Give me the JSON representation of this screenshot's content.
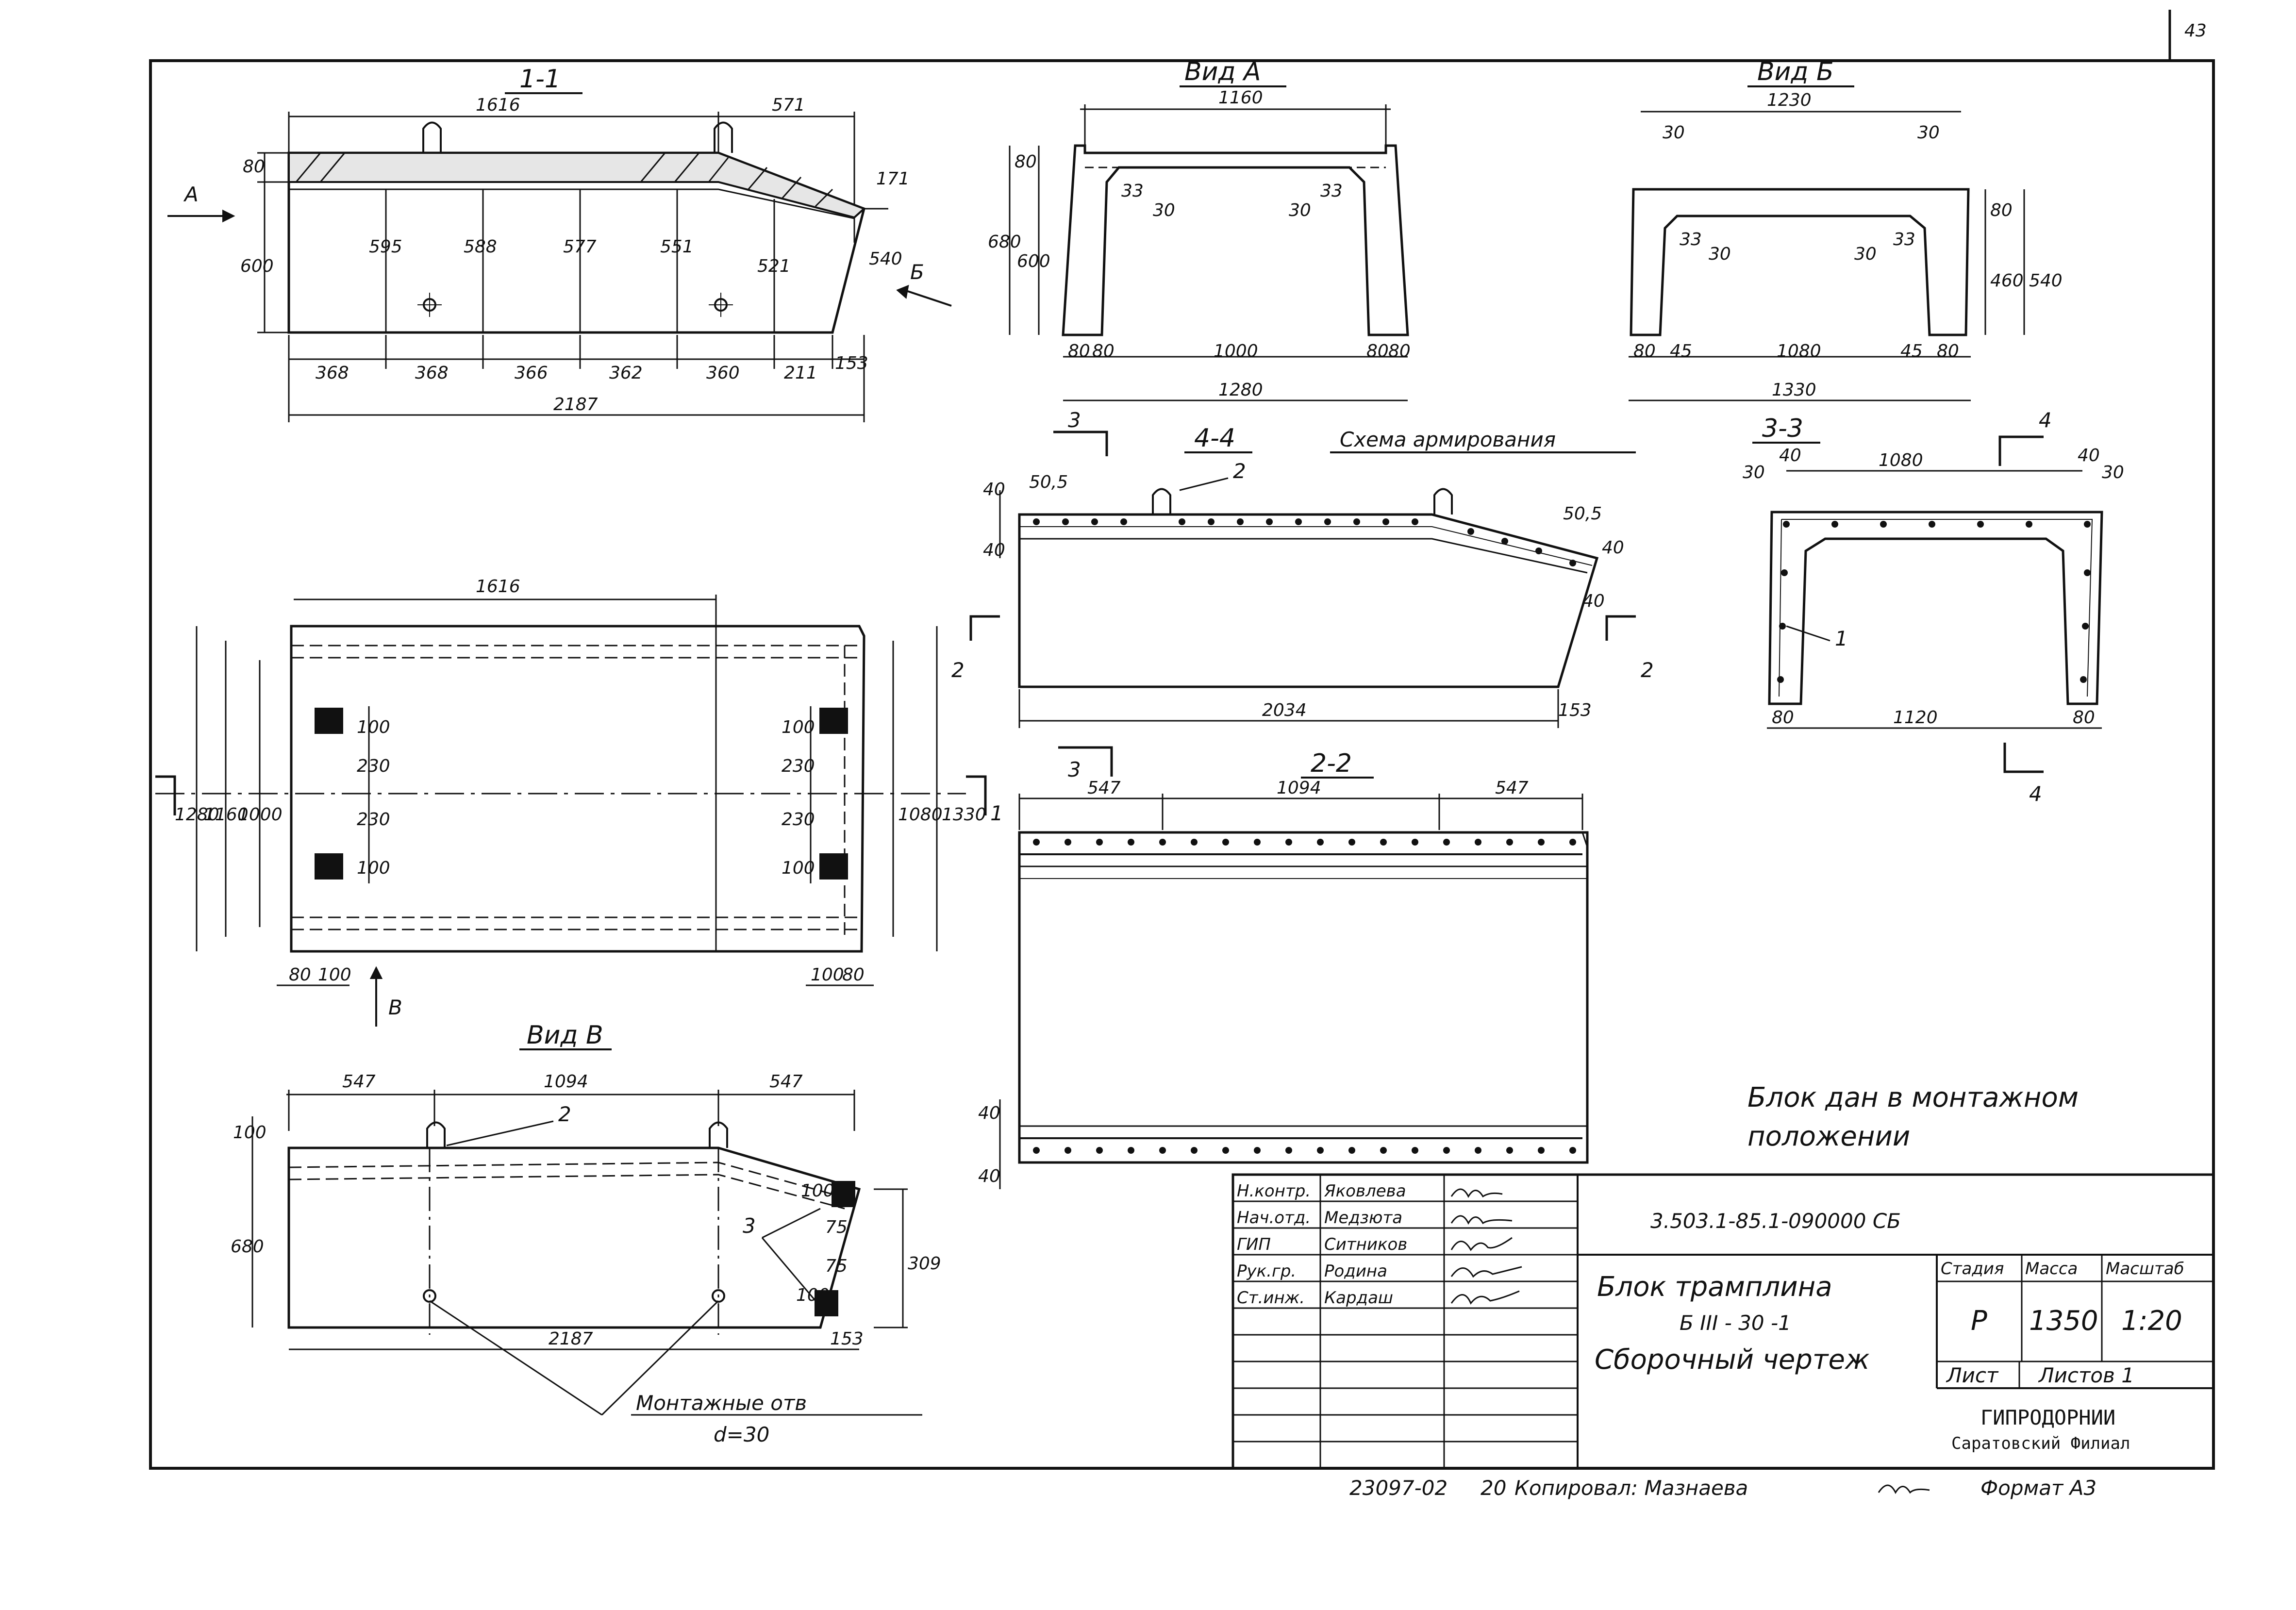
{
  "sheet_number": "43",
  "views": {
    "section_1_1": {
      "title": "1-1",
      "top_dims": [
        "1616",
        "571"
      ],
      "left_dims": [
        "80",
        "600"
      ],
      "heights": [
        "595",
        "588",
        "577",
        "551",
        "521"
      ],
      "right_dims": [
        "171",
        "540"
      ],
      "bottom_dims": [
        "368",
        "368",
        "366",
        "362",
        "360",
        "211",
        "153"
      ],
      "overall": "2187",
      "arrow_a": "А",
      "arrow_b": "Б"
    },
    "view_a": {
      "title": "Вид А",
      "top": "1160",
      "left_dims": [
        "80",
        "600",
        "680"
      ],
      "inner": [
        "33",
        "30",
        "30",
        "33"
      ],
      "bottom": [
        "80",
        "80",
        "1000",
        "80",
        "80"
      ],
      "overall": "1280"
    },
    "view_b": {
      "title": "Вид Б",
      "top": "1230",
      "top_small": [
        "30",
        "30"
      ],
      "inner": [
        "33",
        "30",
        "30",
        "33"
      ],
      "right_dims": [
        "80",
        "460",
        "540"
      ],
      "bottom": [
        "80",
        "45",
        "1080",
        "45",
        "80"
      ],
      "overall": "1330"
    },
    "plan": {
      "top": "1616",
      "left_dims": [
        "1280",
        "1160",
        "1000"
      ],
      "inner_left": [
        "100",
        "230",
        "230",
        "100"
      ],
      "inner_right": [
        "100",
        "230",
        "230",
        "100"
      ],
      "right_dims": [
        "1080",
        "1330"
      ],
      "bottom_left": [
        "80",
        "100"
      ],
      "bottom_right": [
        "100",
        "80"
      ],
      "cut_1": "1",
      "arrow_v": "В"
    },
    "section_4_4": {
      "title": "4-4",
      "subtitle": "Схема армирования",
      "left_dims": [
        "40",
        "40"
      ],
      "top_left": "50,5",
      "top_right": "50,5",
      "right_dims": [
        "40",
        "40"
      ],
      "bar_mark": "2",
      "bottom": "2034",
      "bottom_right": "153",
      "cut_2": "2",
      "cut_3": "3"
    },
    "section_3_3": {
      "title": "3-3",
      "top": "1080",
      "top_small": [
        "30",
        "40",
        "40",
        "30"
      ],
      "bar_mark": "1",
      "bottom": [
        "80",
        "1120",
        "80"
      ],
      "cut_4": "4"
    },
    "section_2_2": {
      "title": "2-2",
      "top": [
        "547",
        "1094",
        "547"
      ],
      "left_dims": [
        "40",
        "40"
      ],
      "cut_3": "3"
    },
    "view_v": {
      "title": "Вид В",
      "top": [
        "547",
        "1094",
        "547"
      ],
      "left_dims": [
        "100",
        "680"
      ],
      "bar_mark": "2",
      "right_small": [
        "100",
        "75",
        "75",
        "100"
      ],
      "right_dim": "309",
      "mark_3": "3",
      "bottom": "2187",
      "bottom_right": "153",
      "note_line1": "Монтажные отв",
      "note_line2": "d=30"
    }
  },
  "note": {
    "line1": "Блок дан в монтажном",
    "line2": "положении"
  },
  "title_block": {
    "code": "3.503.1-85.1-090000 СБ",
    "roles": [
      "Н.контр.",
      "Нач.отд.",
      "ГИП",
      "Рук.гр.",
      "Ст.инж."
    ],
    "names": [
      "Яковлева",
      "Медзюта",
      "Ситников",
      "Родина",
      "Кардаш"
    ],
    "title_line1": "Блок трамплина",
    "title_line2": "Б III - 30 -1",
    "title_line3": "Сборочный чертеж",
    "stage_label": "Стадия",
    "mass_label": "Масса",
    "scale_label": "Масштаб",
    "stage": "Р",
    "mass": "1350",
    "scale": "1:20",
    "sheet_label": "Лист",
    "sheets_label": "Листов 1",
    "org_line1": "ГИПРОДОРНИИ",
    "org_line2": "Саратовский Филиал"
  },
  "footer": {
    "order": "23097-02",
    "page": "20",
    "copied": "Копировал: Мазнаева",
    "format": "Формат А3"
  }
}
